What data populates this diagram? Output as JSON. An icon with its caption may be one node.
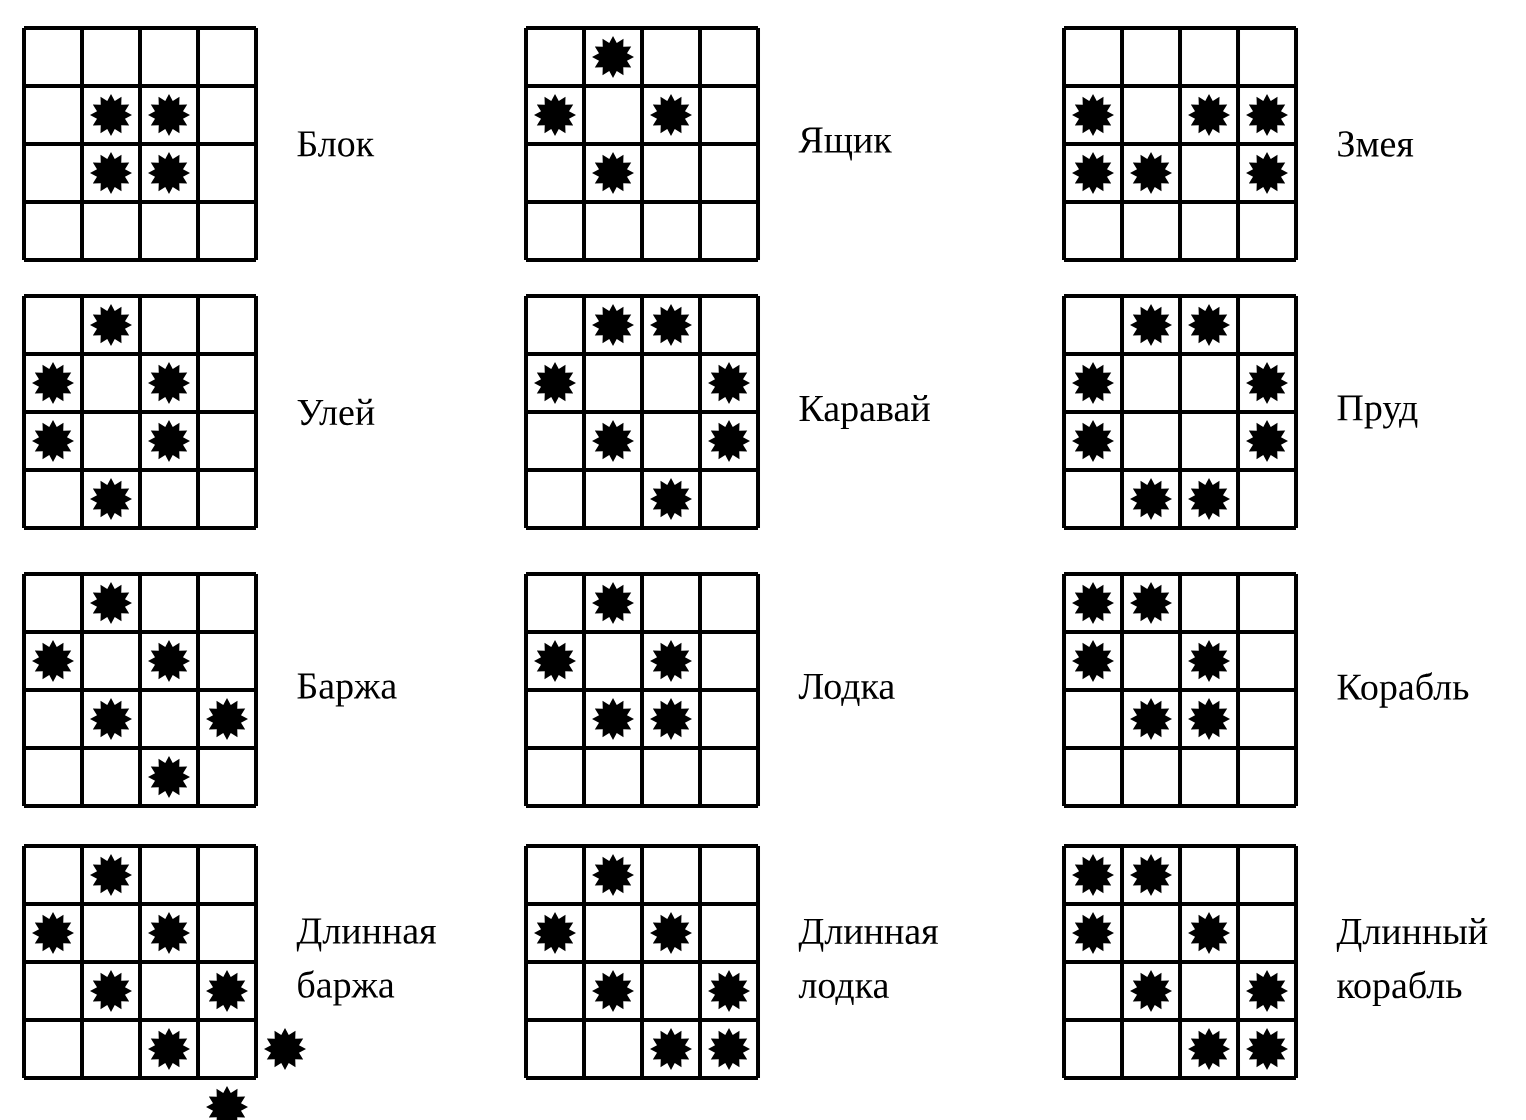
{
  "diagram": {
    "labels": [
      "Блок",
      "Ящик",
      "Змея",
      "Улей",
      "Каравай",
      "Пруд",
      "Баржа",
      "Лодка",
      "Корабль",
      "Длинная баржа",
      "Длинная лодка",
      "Длинный корабль"
    ]
  }
}
